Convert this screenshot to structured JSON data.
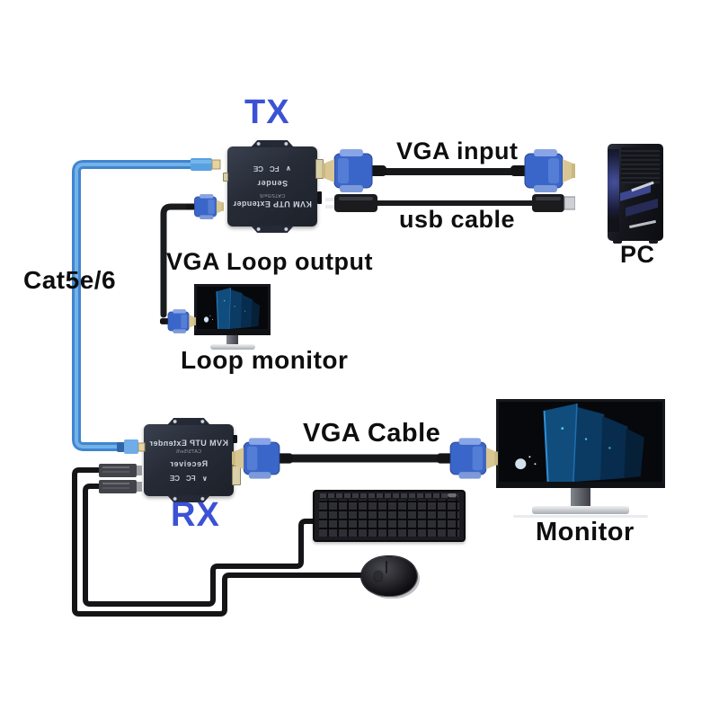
{
  "labels": {
    "tx": "TX",
    "rx": "RX",
    "vga_input": "VGA input",
    "usb_cable": "usb cable",
    "pc": "PC",
    "vga_loop_output": "VGA Loop output",
    "loop_monitor": "Loop monitor",
    "cat5e6": "Cat5e/6",
    "vga_cable": "VGA Cable",
    "monitor": "Monitor"
  },
  "devices": {
    "tx": {
      "model": "KVM UTP Extender",
      "spec": "CAT5/5e/6",
      "role": "Sender",
      "mark_ce": "CE",
      "mark_fc": "FC"
    },
    "rx": {
      "model": "KVM UTP Extender",
      "spec": "CAT5/5e/6",
      "role": "Receiver",
      "mark_ce": "CE",
      "mark_fc": "FC"
    }
  },
  "colors": {
    "accent_blue": "#3b52d6",
    "cable_blue": "#4a90d9",
    "connector_blue": "#3b66c9",
    "unit_dark": "#262b36",
    "label_black": "#111111"
  }
}
